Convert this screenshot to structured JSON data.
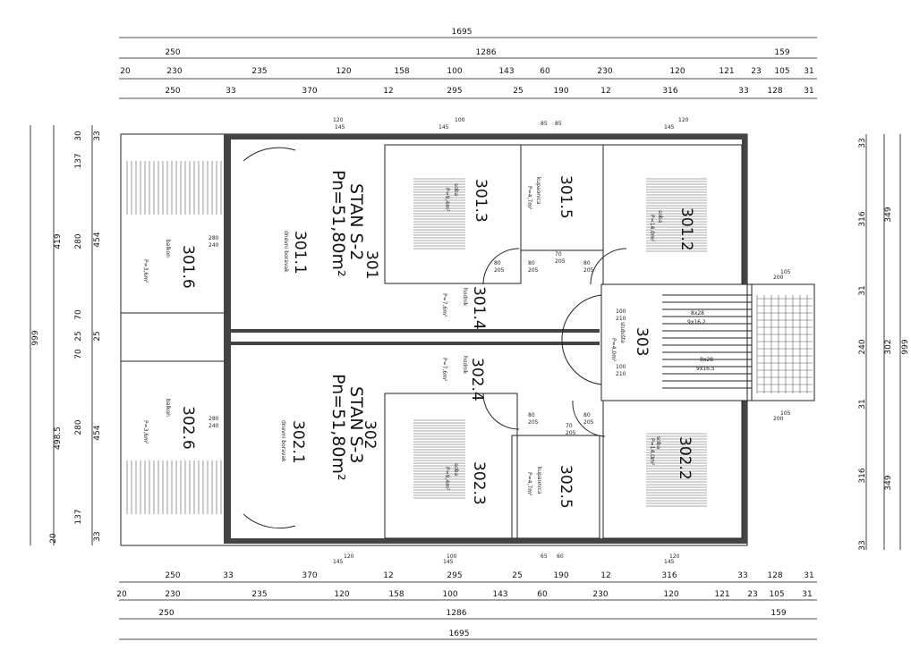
{
  "dimensions": {
    "top_rows": [
      [
        "1695"
      ],
      [
        "250",
        "1286",
        "159"
      ],
      [
        "20",
        "230",
        "235",
        "120",
        "158",
        "100",
        "143",
        "60",
        "230",
        "120",
        "121",
        "23",
        "105",
        "31"
      ],
      [
        "250",
        "33",
        "370",
        "12",
        "295",
        "25",
        "190",
        "12",
        "316",
        "33",
        "128",
        "31"
      ]
    ],
    "bottom_rows": [
      [
        "250",
        "33",
        "370",
        "12",
        "295",
        "25",
        "190",
        "12",
        "316",
        "33",
        "128",
        "31"
      ],
      [
        "20",
        "230",
        "235",
        "120",
        "158",
        "100",
        "143",
        "60",
        "230",
        "120",
        "121",
        "23",
        "105",
        "31"
      ],
      [
        "250",
        "1286",
        "159"
      ],
      [
        "1695"
      ]
    ],
    "left_inner": [
      "30",
      "137",
      "280",
      "70",
      "25",
      "70",
      "280",
      "137",
      "20"
    ],
    "left_mid": [
      "33",
      "454",
      "25",
      "454",
      "33"
    ],
    "left_outer": [
      "419",
      "999",
      "498.5"
    ],
    "right_inner": [
      "33",
      "316",
      "31",
      "240",
      "31",
      "316",
      "33"
    ],
    "right_mid": [
      "349",
      "302",
      "349"
    ],
    "right_outer": [
      "999"
    ]
  },
  "units": {
    "upper": {
      "title": "STAN S-2",
      "area": "Pn=51,80m²"
    },
    "lower": {
      "title": "STAN S-3",
      "area": "Pn=51,80m²"
    }
  },
  "rooms": [
    {
      "id": "301",
      "name": ""
    },
    {
      "id": "301.1",
      "name": "dnevni boravak"
    },
    {
      "id": "301.2",
      "name": "soba"
    },
    {
      "id": "301.3",
      "name": "soba"
    },
    {
      "id": "301.4",
      "name": "hodnik"
    },
    {
      "id": "301.5",
      "name": "kupaonica"
    },
    {
      "id": "301.6",
      "name": "balkon"
    },
    {
      "id": "302",
      "name": ""
    },
    {
      "id": "302.1",
      "name": "dnevni boravak"
    },
    {
      "id": "302.2",
      "name": "soba"
    },
    {
      "id": "302.3",
      "name": "soba"
    },
    {
      "id": "302.4",
      "name": "hodnik"
    },
    {
      "id": "302.5",
      "name": "kupaonica"
    },
    {
      "id": "302.6",
      "name": "balkon"
    },
    {
      "id": "303",
      "name": "stubište"
    }
  ],
  "room_areas": {
    "301.6": "P=3,6m²",
    "302.6": "P=3,6m²",
    "301.2": "P=14,0m²",
    "302.2": "P=14,0m²",
    "301.3": "P=9,4m²",
    "302.3": "P=9,4m²",
    "301.4": "P=7,6m²",
    "302.4": "P=7,6m²",
    "301.5": "P=4,7m²",
    "302.5": "P=4,7m²",
    "303": "P=4,0m²"
  },
  "opening_labels": {
    "window_top": [
      "120",
      "145",
      "100",
      "145",
      "120",
      "145"
    ],
    "window_bottom": [
      "120",
      "145",
      "100",
      "145",
      "120",
      "145"
    ],
    "doors": [
      "80",
      "205",
      "80",
      "205",
      "80",
      "205",
      "70",
      "205",
      "80",
      "205",
      "80",
      "205",
      "70",
      "205",
      "100",
      "210",
      "100",
      "210"
    ],
    "balcony_door": [
      "280",
      "240",
      "280",
      "240"
    ],
    "stairs": [
      "8x28",
      "9x16,2",
      "8x28",
      "9x16,5"
    ],
    "landing": [
      "105",
      "200",
      "105",
      "200"
    ],
    "small": [
      "85",
      "65",
      "60",
      "85"
    ]
  }
}
